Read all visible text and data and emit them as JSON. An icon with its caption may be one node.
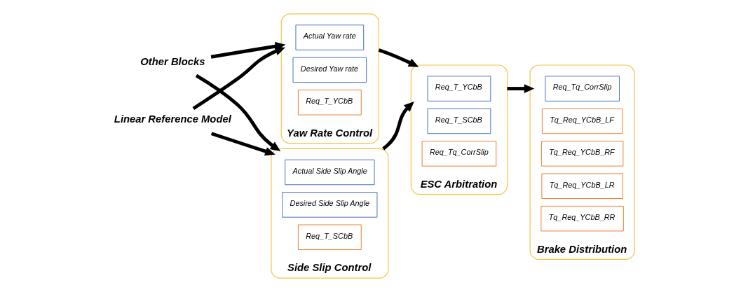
{
  "diagram": {
    "nodes": [
      {
        "text": [
          "Other Blocks"
        ]
      },
      {
        "text": [
          "Linear Reference Model"
        ]
      },
      {
        "text": [
          "Yaw Rate Control"
        ]
      },
      {
        "text": [
          "Actual Yaw rate"
        ],
        "in": 2
      },
      {
        "text": [
          "Desired Yaw rate"
        ],
        "in": 2
      },
      {
        "text": [
          "Req_T_YCbB"
        ],
        "in": 2
      },
      {
        "text": [
          "Side Slip Control"
        ]
      },
      {
        "text": [
          "Actual Side Slip Angle"
        ],
        "in": 6
      },
      {
        "text": [
          "Desired Side Slip Angle"
        ],
        "in": 6
      },
      {
        "text": [
          "Req_T_SCbB"
        ],
        "in": 6
      },
      {
        "text": [
          "ESC Arbitration"
        ]
      },
      {
        "text": [
          "Req_T_YCbB"
        ],
        "in": 10
      },
      {
        "text": [
          "Req_T_SCbB"
        ],
        "in": 10
      },
      {
        "text": [
          "Req_Tq_CorrSlip"
        ],
        "in": 10
      },
      {
        "text": [
          "Brake Distribution"
        ]
      },
      {
        "text": [
          "Req_Tq_CorrSlip"
        ],
        "in": 14
      },
      {
        "text": [
          "Tq_Req_YCbB_LF"
        ],
        "in": 14
      },
      {
        "text": [
          "Tq_Req_YCbB_RF"
        ],
        "in": 14
      },
      {
        "text": [
          "Tq_Req_YCbB_LR"
        ],
        "in": 14
      },
      {
        "text": [
          "Tq_Req_YCbB_RR"
        ],
        "in": 14
      }
    ],
    "edges": [
      {
        "from": 0,
        "to": 2,
        "arrow": "to"
      },
      {
        "from": 0,
        "to": 6,
        "arrow": "to"
      },
      {
        "from": 1,
        "to": 2,
        "arrow": "to"
      },
      {
        "from": 1,
        "to": 6,
        "arrow": "to"
      },
      {
        "from": 2,
        "to": 10,
        "arrow": "to"
      },
      {
        "from": 6,
        "to": 10,
        "arrow": "to"
      },
      {
        "from": 10,
        "to": 14,
        "arrow": "to"
      }
    ]
  }
}
